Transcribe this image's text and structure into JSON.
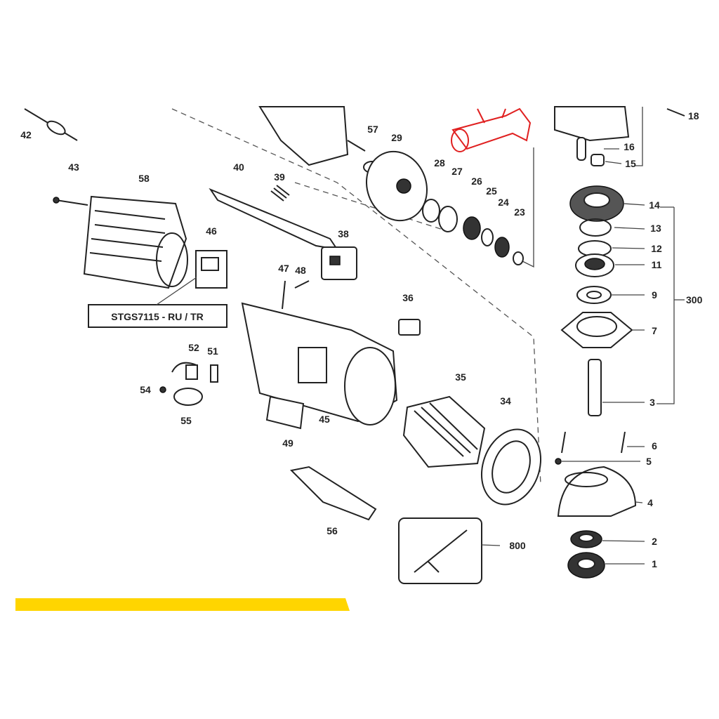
{
  "diagram_title": "",
  "labels": [
    "42",
    "43",
    "58",
    "40",
    "39",
    "57",
    "29",
    "28",
    "27",
    "26",
    "25",
    "24",
    "23",
    "16",
    "15",
    "18",
    "14",
    "13",
    "12",
    "11",
    "9",
    "300",
    "7",
    "3",
    "46",
    "47",
    "48",
    "38",
    "36",
    "52",
    "51",
    "54",
    "55",
    "45",
    "49",
    "35",
    "34",
    "6",
    "5",
    "4",
    "2",
    "1",
    "56",
    "800"
  ],
  "kit_label": "STGS7115 - RU / TR",
  "colors": {
    "highlight": "#e02020",
    "accent_bar": "#ffd500",
    "line": "#222222"
  }
}
